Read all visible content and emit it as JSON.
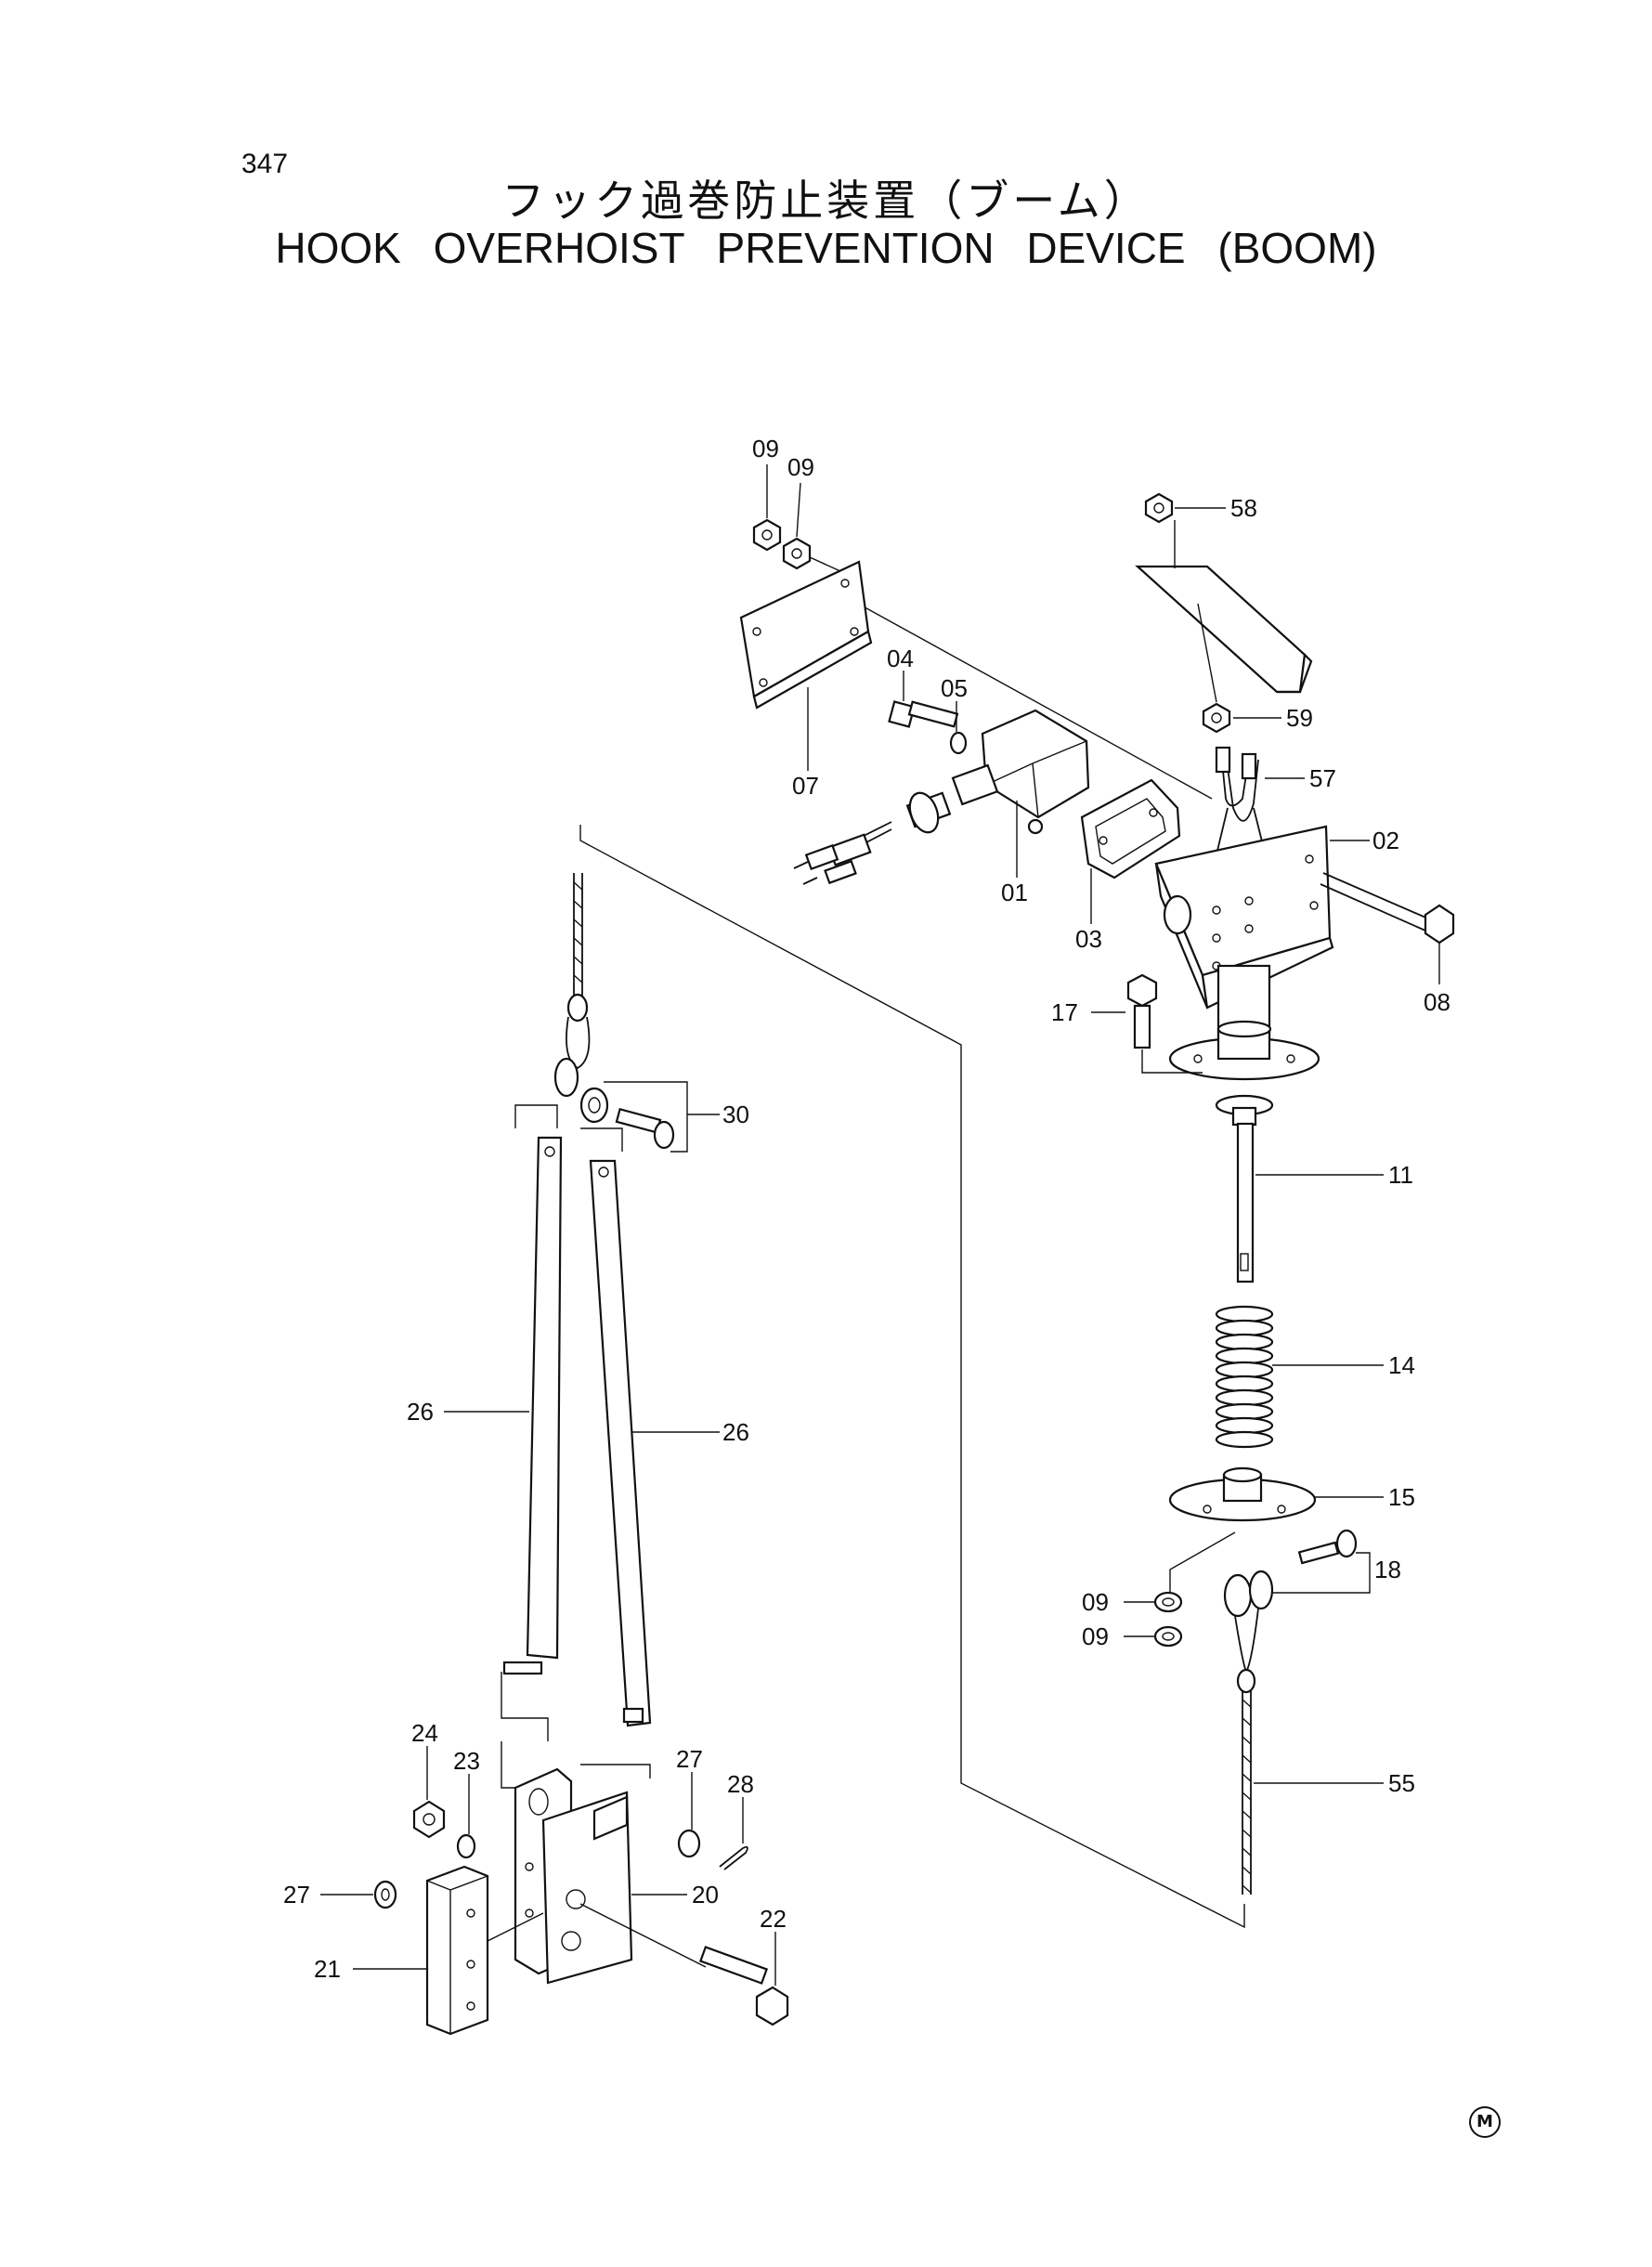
{
  "page": {
    "number": "347",
    "title_jp": "フック過巻防止装置（ブーム）",
    "title_en": "HOOK OVERHOIST PREVENTION DEVICE (BOOM)",
    "corner_mark": "M"
  },
  "callouts": [
    {
      "id": "c0901",
      "text": "09"
    },
    {
      "id": "c0902",
      "text": "09"
    },
    {
      "id": "c58",
      "text": "58"
    },
    {
      "id": "c04",
      "text": "04"
    },
    {
      "id": "c05",
      "text": "05"
    },
    {
      "id": "c07",
      "text": "07"
    },
    {
      "id": "c59",
      "text": "59"
    },
    {
      "id": "c57",
      "text": "57"
    },
    {
      "id": "c02",
      "text": "02"
    },
    {
      "id": "c01",
      "text": "01"
    },
    {
      "id": "c03",
      "text": "03"
    },
    {
      "id": "c08",
      "text": "08"
    },
    {
      "id": "c17",
      "text": "17"
    },
    {
      "id": "c30",
      "text": "30"
    },
    {
      "id": "c11",
      "text": "11"
    },
    {
      "id": "c14",
      "text": "14"
    },
    {
      "id": "c26a",
      "text": "26"
    },
    {
      "id": "c26b",
      "text": "26"
    },
    {
      "id": "c15",
      "text": "15"
    },
    {
      "id": "c18",
      "text": "18"
    },
    {
      "id": "c0903",
      "text": "09"
    },
    {
      "id": "c0904",
      "text": "09"
    },
    {
      "id": "c24",
      "text": "24"
    },
    {
      "id": "c23",
      "text": "23"
    },
    {
      "id": "c27a",
      "text": "27"
    },
    {
      "id": "c28",
      "text": "28"
    },
    {
      "id": "c55",
      "text": "55"
    },
    {
      "id": "c27b",
      "text": "27"
    },
    {
      "id": "c20",
      "text": "20"
    },
    {
      "id": "c21",
      "text": "21"
    },
    {
      "id": "c22",
      "text": "22"
    }
  ]
}
